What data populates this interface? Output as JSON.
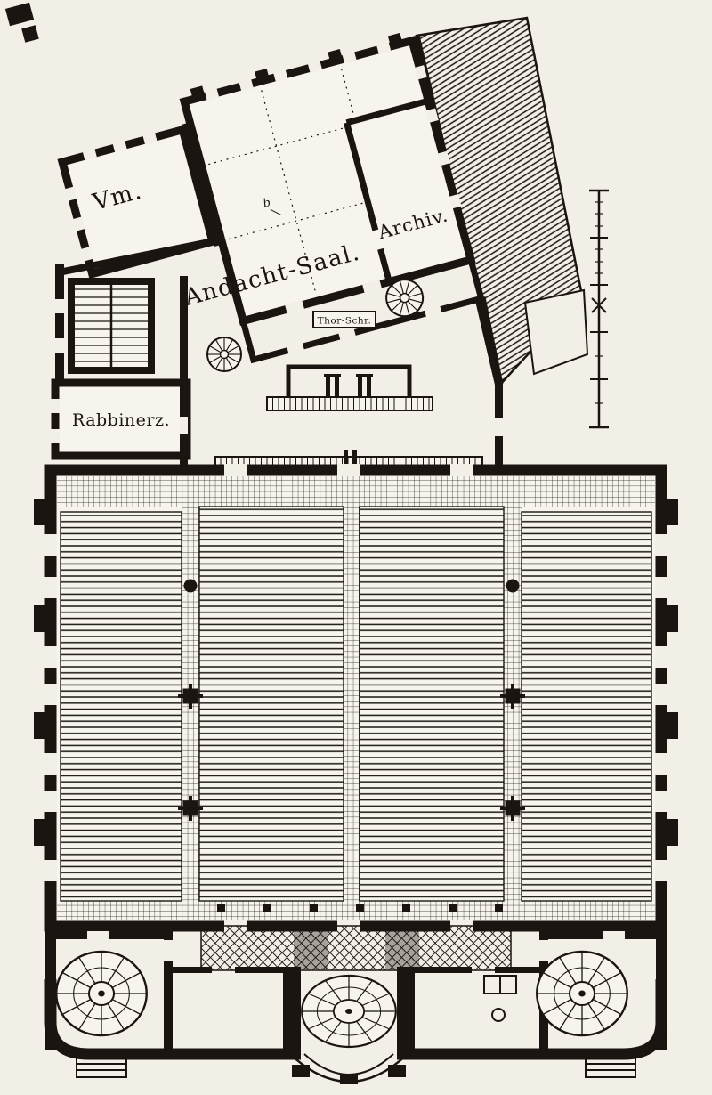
{
  "palette": {
    "paper": "#f2efe7",
    "paper_light": "#f7f4ee",
    "ink": "#1a1511"
  },
  "plan": {
    "labels": {
      "vm": "Vm.",
      "andacht_saal": "Andacht-Saal.",
      "archiv": "Archiv.",
      "rabbinerz": "Rabbinerz.",
      "thor_schr": "Thor-Schr.",
      "bay_marker": "b"
    }
  }
}
